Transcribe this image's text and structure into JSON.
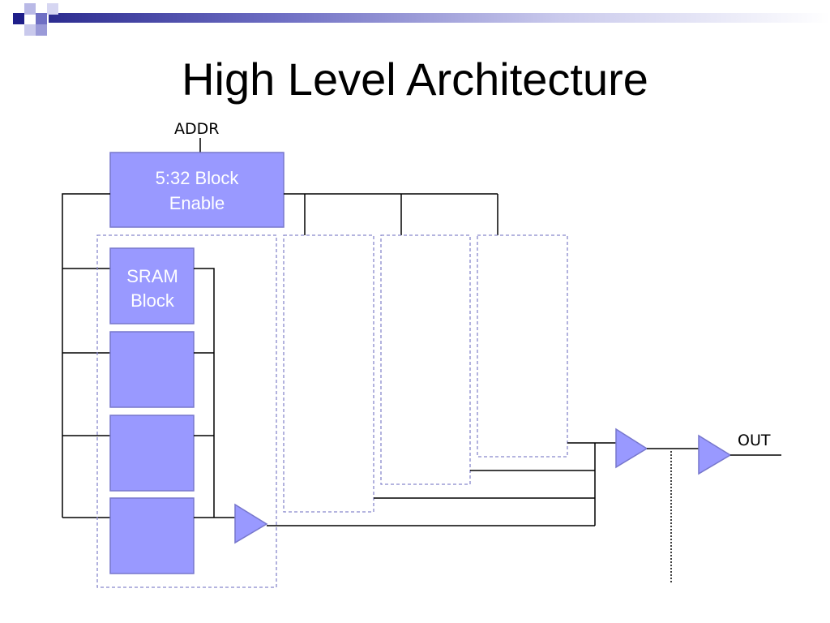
{
  "slide": {
    "title": "High Level Architecture"
  },
  "diagram": {
    "addr_label": "ADDR",
    "decoder": {
      "line1": "5:32 Block",
      "line2": "Enable"
    },
    "sram_block": {
      "line1": "SRAM",
      "line2": "Block"
    },
    "out_label": "OUT"
  },
  "colors": {
    "block_fill": "#9999ff",
    "block_stroke": "#7777cc",
    "dashed_outline": "#8888cc",
    "wire": "#000000",
    "deco_dark": "#1f1f8a",
    "deco_mid": "#6f6fc4",
    "deco_light": "#b9b9e6"
  }
}
